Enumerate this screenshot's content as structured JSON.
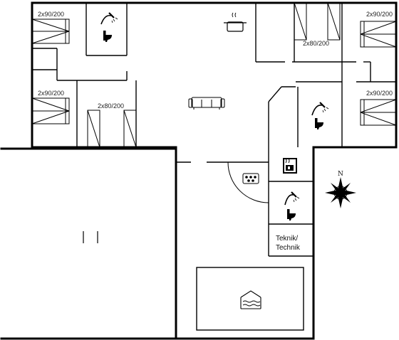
{
  "rooms": {
    "bed_nw_label": "2x90/200",
    "bed_w_label": "2x90/200",
    "bed_center_label": "2x80/200",
    "bed_n_label": "2x80/200",
    "bed_ne_label": "2x90/200",
    "bed_e_label": "2x90/200",
    "technic_line1": "Teknik/",
    "technic_line2": "Technik"
  },
  "compass": {
    "north_letter": "N"
  },
  "icons": [
    "shower-icon",
    "toilet-icon",
    "cooking-pot-icon",
    "sofa-icon",
    "stove-icon",
    "sauna-icon",
    "pool-icon",
    "compass-rose-icon"
  ]
}
